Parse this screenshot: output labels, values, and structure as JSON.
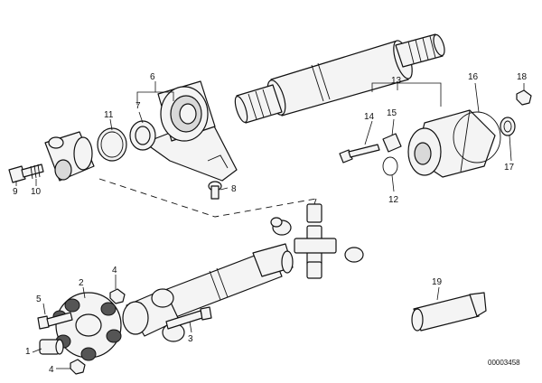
{
  "labels": {
    "l1": "1",
    "l2": "2",
    "l3": "3",
    "l4a": "4",
    "l4b": "4",
    "l5": "5",
    "l6": "6",
    "l7": "7",
    "l8": "8",
    "l9": "9",
    "l10": "10",
    "l11": "11",
    "l12": "12",
    "l13": "13",
    "l14": "14",
    "l15": "15",
    "l16": "16",
    "l17": "17",
    "l18": "18",
    "l19": "19"
  },
  "document_number": "00003458"
}
